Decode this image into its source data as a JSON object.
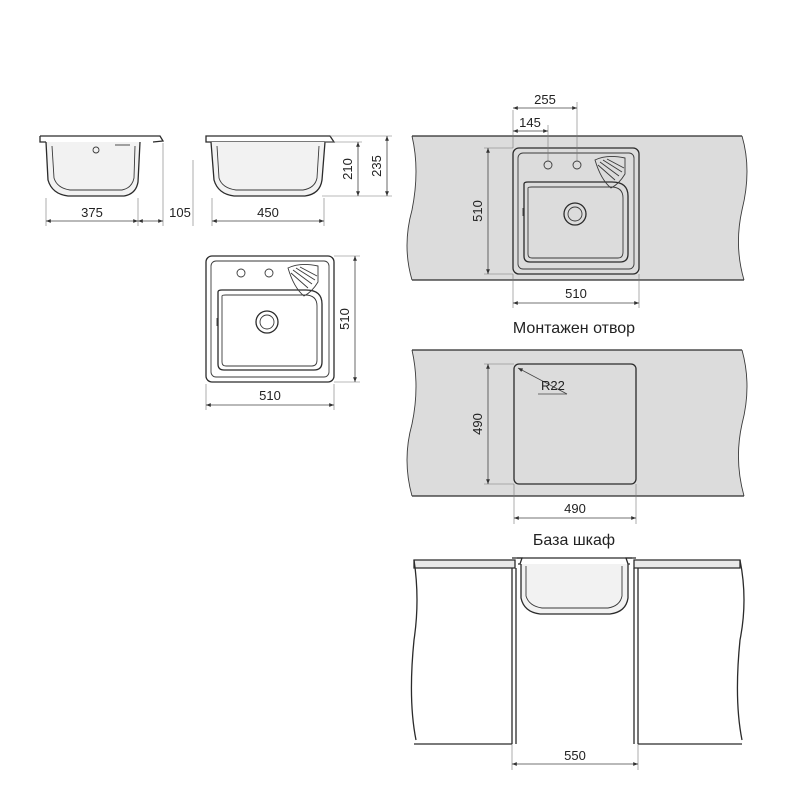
{
  "dimensions": {
    "side_depth_bowl": "375",
    "side_depth_flange": "105",
    "front_width_bowl": "450",
    "front_height_bowl": "210",
    "front_height_total": "235",
    "top_width": "510",
    "top_height": "510",
    "mount_offset_short": "145",
    "mount_offset_long": "255",
    "mount_height": "510",
    "mount_width": "510",
    "cutout_radius": "R22",
    "cutout_height": "490",
    "cutout_width": "490",
    "cabinet_width": "550"
  },
  "captions": {
    "cutout": "Монтажен отвор",
    "cabinet": "База шкаф"
  }
}
